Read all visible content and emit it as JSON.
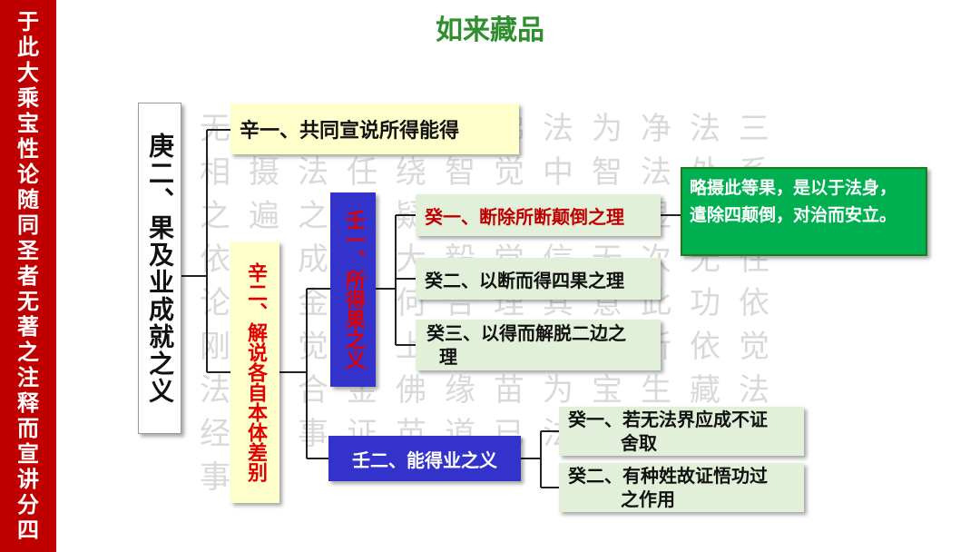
{
  "title": "如来藏品",
  "sidebar": {
    "text": "于此大乘宝性论随同圣者无著之注释而宣讲分四"
  },
  "root": {
    "label": "庚二、果及业成就之义"
  },
  "xin1": {
    "label": "辛一、共同宣说所得能得"
  },
  "xin2": {
    "label": "辛二、解说各自本体差别"
  },
  "ren1": {
    "label": "壬一、所得果之义"
  },
  "ren2": {
    "label": "壬二、能得业之义"
  },
  "gui1": {
    "label": "癸一、断除所断颠倒之理"
  },
  "gui2": {
    "label": "癸二、以断而得四果之理"
  },
  "gui3": {
    "line1": "癸三、以得而解脱二边之",
    "line2": "理"
  },
  "gui4": {
    "line1": "癸一、若无法界应成不证",
    "line2": "舍取"
  },
  "gui5": {
    "line1": "癸二、有种姓故证悟功过",
    "line2": "之作用"
  },
  "note": {
    "line1": "略摄此等果，是以于法身，",
    "line2": "遣除四颠倒，对治而安立。"
  },
  "background_text": "无量佛知自略佛法为净法三相摄法任绕智觉中智法处系之遍之运疑悲显示得显四次依之成剑大毅觉信无次无住论非金觉何合理其意此功依刚他觉得上智七德他斩依觉法法合金佛缘苗为宝生藏法经刚事证苗道已法界分空外事",
  "colors": {
    "sidebar": "#c00000",
    "title": "#2f8f2f",
    "ren": "#3333cc",
    "gui": "#e2f0d9",
    "xin": "#ffffcc",
    "note": "#00b050",
    "accent_red": "#e00000"
  }
}
